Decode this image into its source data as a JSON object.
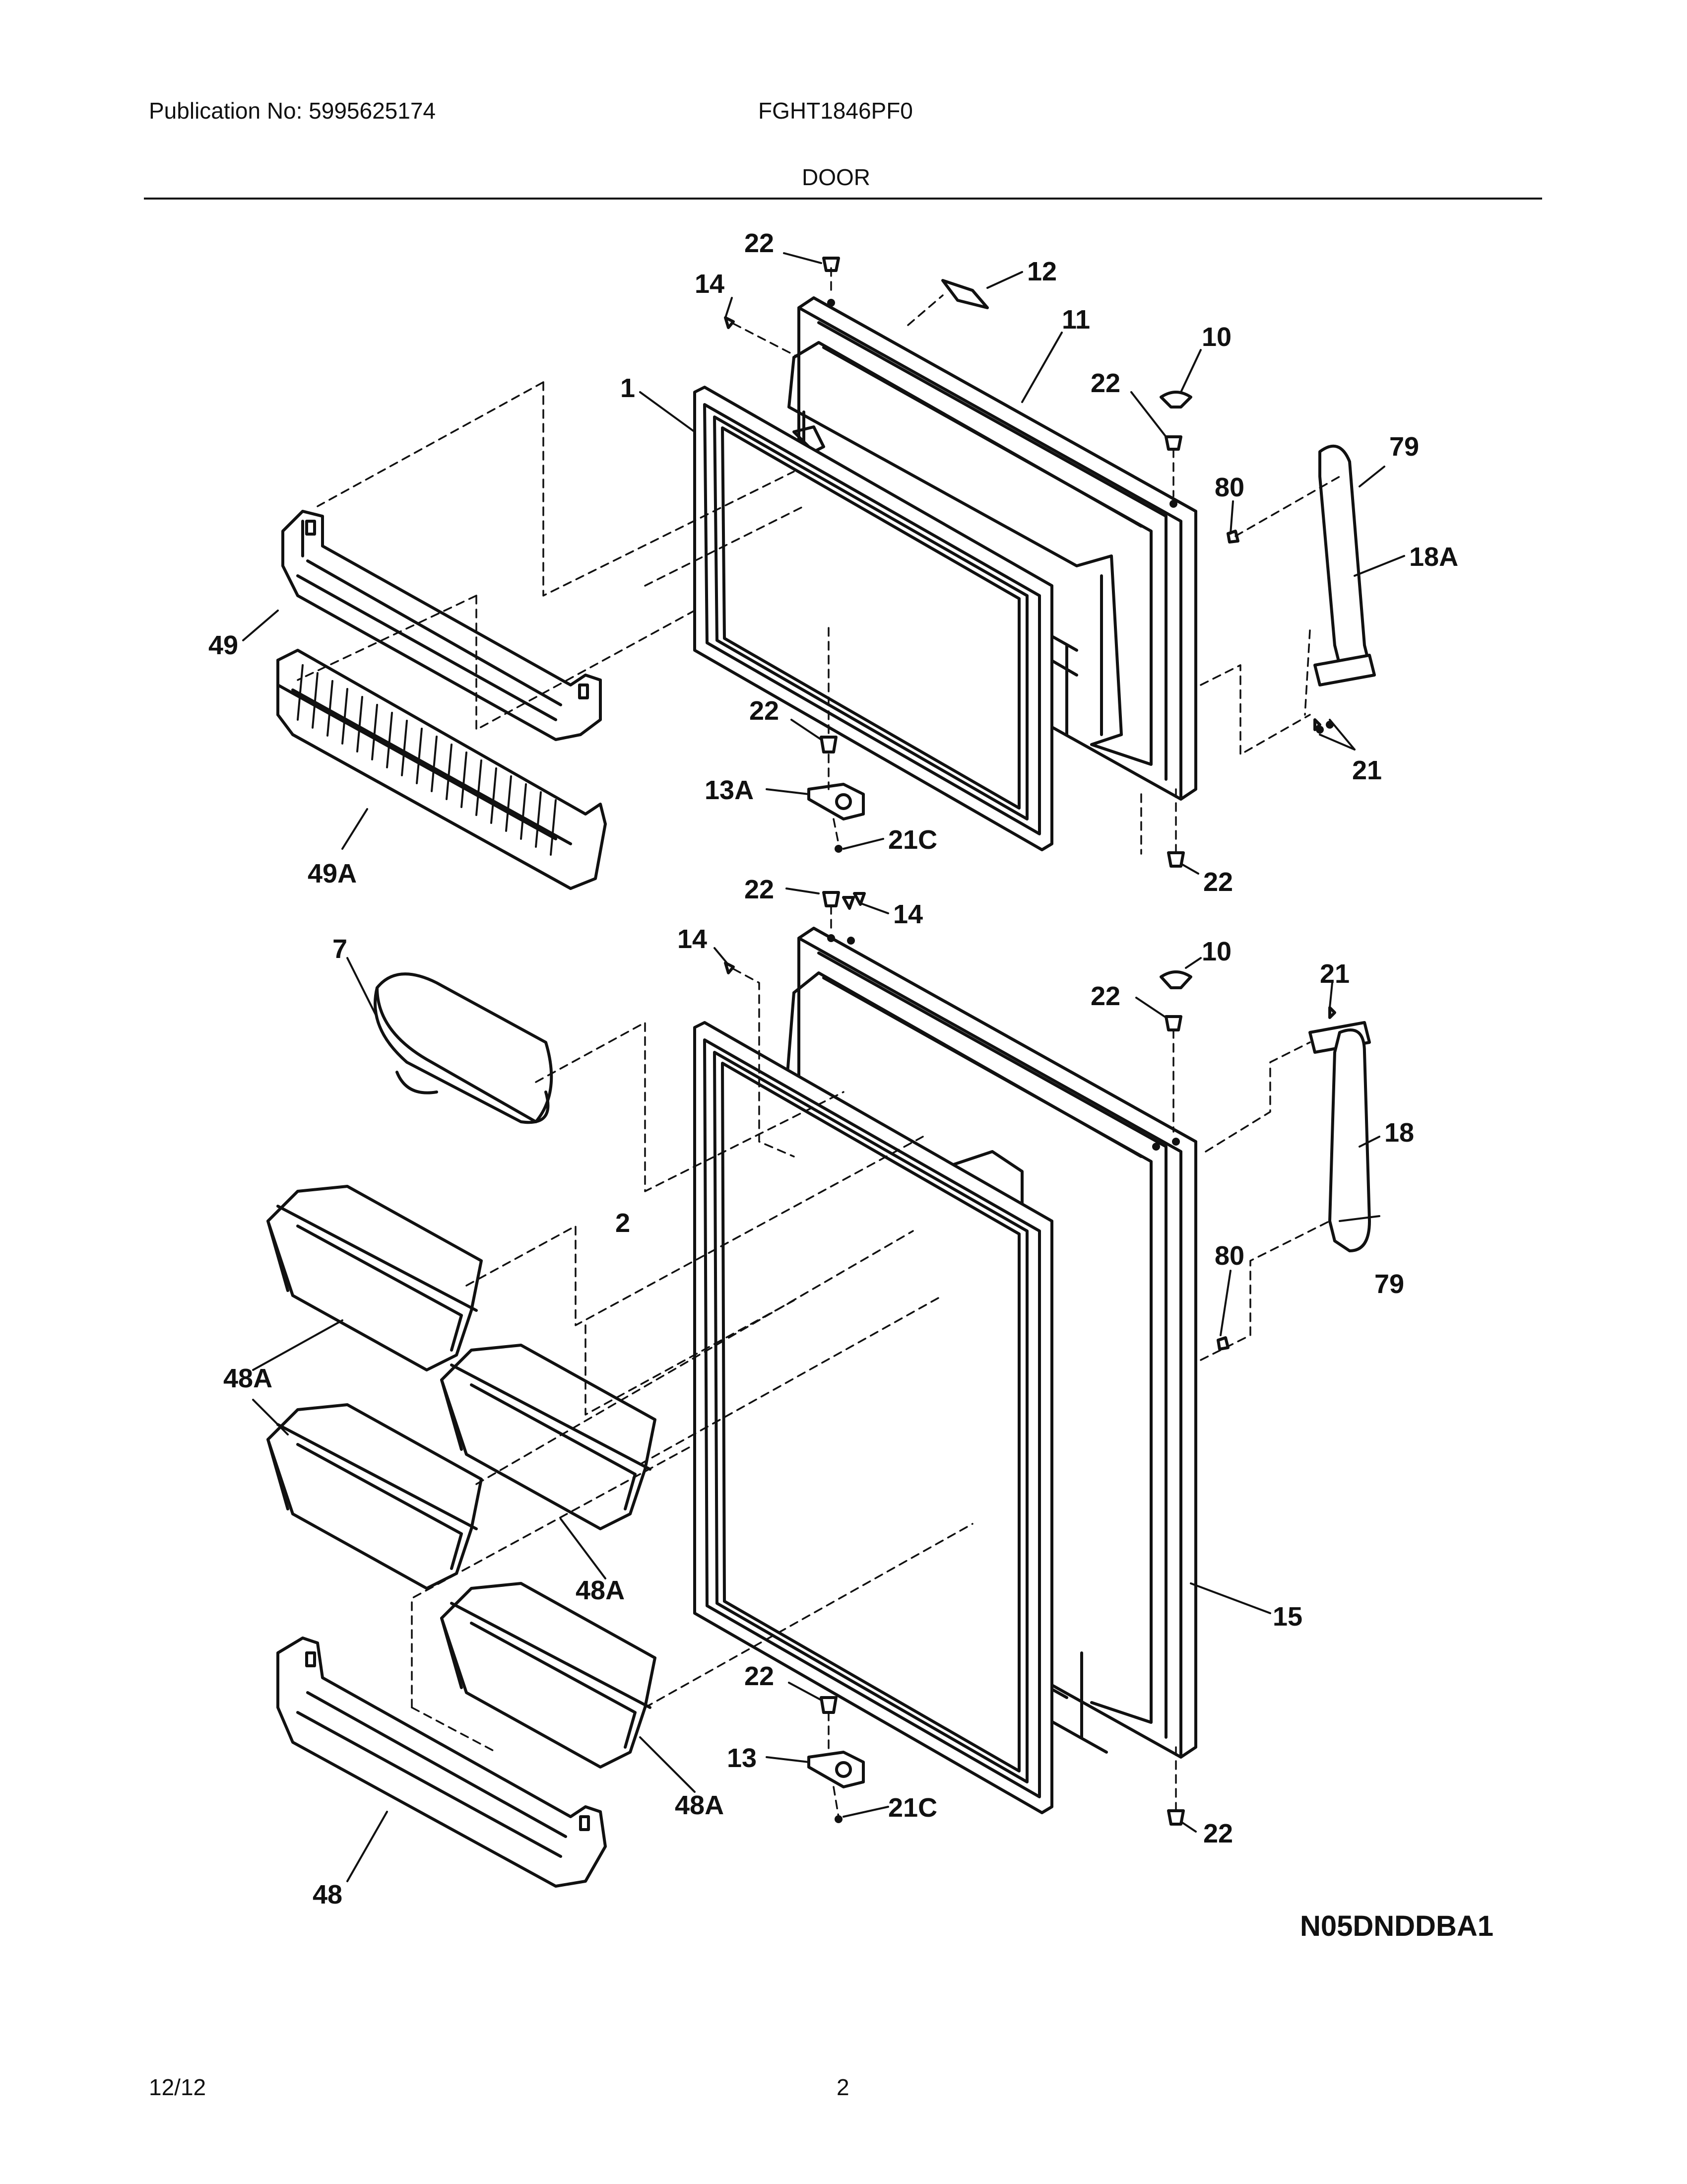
{
  "header": {
    "publication": "Publication No: 5995625174",
    "model": "FGHT1846PF0",
    "section_title": "DOOR"
  },
  "footer": {
    "date": "12/12",
    "page_number": "2"
  },
  "diagram_code": "N05DNDDBA1",
  "callouts": [
    {
      "id": "c22a",
      "text": "22"
    },
    {
      "id": "c14a",
      "text": "14"
    },
    {
      "id": "c12",
      "text": "12"
    },
    {
      "id": "c11",
      "text": "11"
    },
    {
      "id": "c10a",
      "text": "10"
    },
    {
      "id": "c22b",
      "text": "22"
    },
    {
      "id": "c1",
      "text": "1"
    },
    {
      "id": "c79a",
      "text": "79"
    },
    {
      "id": "c80a",
      "text": "80"
    },
    {
      "id": "c18A",
      "text": "18A"
    },
    {
      "id": "c49",
      "text": "49"
    },
    {
      "id": "c22c",
      "text": "22"
    },
    {
      "id": "c21a",
      "text": "21"
    },
    {
      "id": "c13A",
      "text": "13A"
    },
    {
      "id": "c21Ca",
      "text": "21C"
    },
    {
      "id": "c49A",
      "text": "49A"
    },
    {
      "id": "c22d",
      "text": "22"
    },
    {
      "id": "c22e",
      "text": "22"
    },
    {
      "id": "c14b",
      "text": "14"
    },
    {
      "id": "c14c",
      "text": "14"
    },
    {
      "id": "c10b",
      "text": "10"
    },
    {
      "id": "c7",
      "text": "7"
    },
    {
      "id": "c22f",
      "text": "22"
    },
    {
      "id": "c21b",
      "text": "21"
    },
    {
      "id": "c18",
      "text": "18"
    },
    {
      "id": "c2",
      "text": "2"
    },
    {
      "id": "c80b",
      "text": "80"
    },
    {
      "id": "c79b",
      "text": "79"
    },
    {
      "id": "c48Aa",
      "text": "48A"
    },
    {
      "id": "c48Ab",
      "text": "48A"
    },
    {
      "id": "c15",
      "text": "15"
    },
    {
      "id": "c22g",
      "text": "22"
    },
    {
      "id": "c13",
      "text": "13"
    },
    {
      "id": "c48Ac",
      "text": "48A"
    },
    {
      "id": "c21Cb",
      "text": "21C"
    },
    {
      "id": "c22h",
      "text": "22"
    },
    {
      "id": "c48",
      "text": "48"
    }
  ]
}
